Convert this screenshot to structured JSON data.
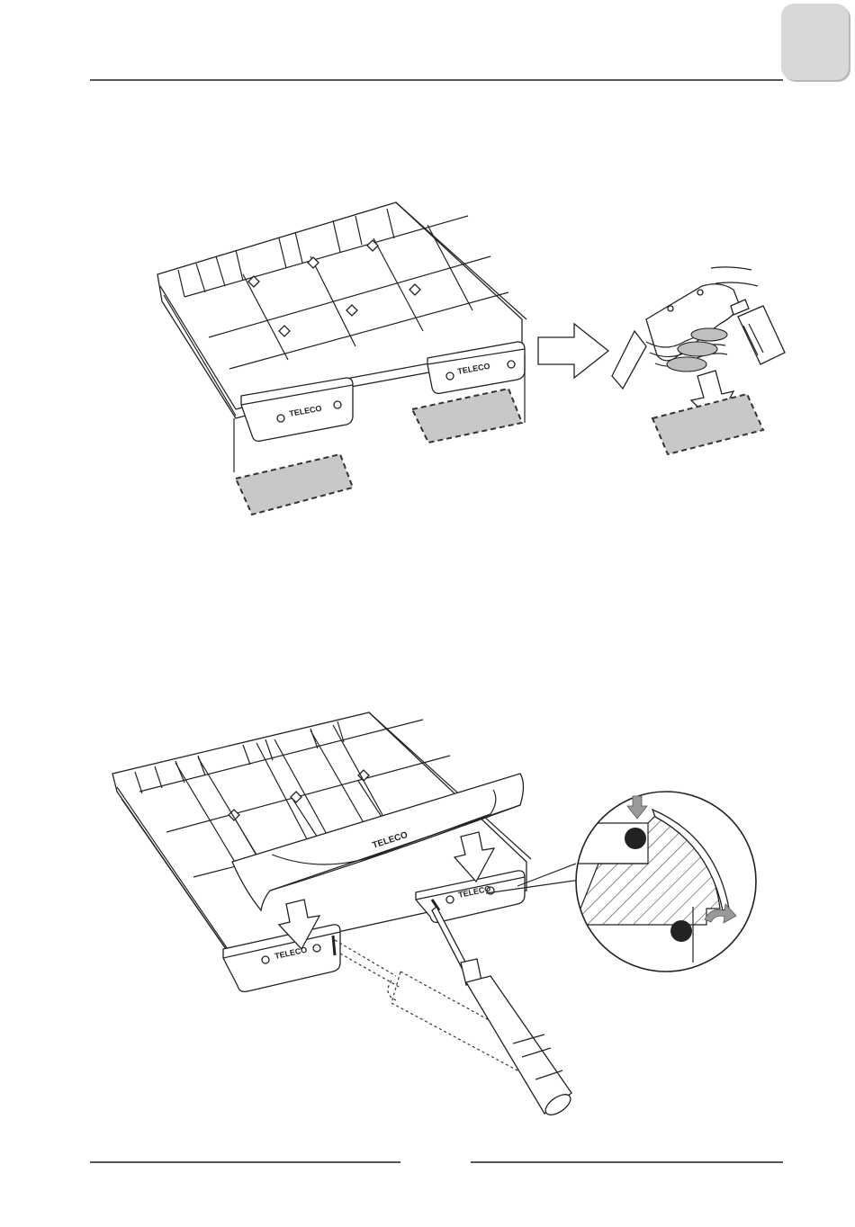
{
  "figure1": {
    "brand_left": "TELECO",
    "brand_right": "TELECO"
  },
  "figure2": {
    "brand_rail": "TELECO",
    "brand_left": "TELECO",
    "brand_right": "TELECO"
  },
  "colors": {
    "adhesive_zone": "#c8c8c8",
    "tab": "#d8d8d8",
    "rule": "#555555"
  }
}
